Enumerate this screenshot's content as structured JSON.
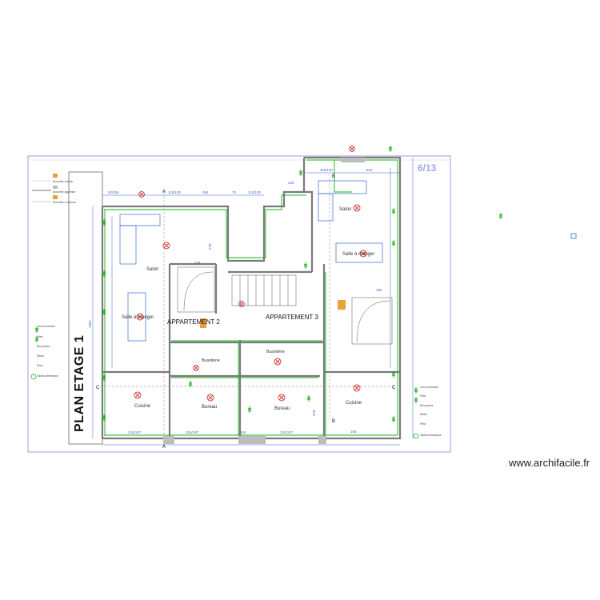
{
  "sheet": {
    "page_number": "6/13",
    "vertical_title": "PLAN ETAGE 1",
    "watermark": "www.archifacile.fr"
  },
  "legend_top": [
    {
      "label": "Nouvelle cloison",
      "color": "#e8a23a"
    },
    {
      "label": "Nouvelle aggreste",
      "color": "#bdbdbd"
    },
    {
      "label": "Nouvelle plafond",
      "color": "#e8a23a"
    },
    {
      "label": "Nouvelle à démolir",
      "color": "#2ca02c"
    }
  ],
  "legend_symbols": [
    "Lum-commutée",
    "Prise",
    "Bloc-prises",
    "Radia",
    "Prise",
    "Tableau électrique"
  ],
  "legend_symbols_right": [
    "Lum-commutée",
    "Prise",
    "Bloc-prises",
    "Radia",
    "Prise",
    "Tableau électrique"
  ],
  "apartments": {
    "apt2": "APPARTEMENT 2",
    "apt3": "APPARTEMENT 3"
  },
  "rooms": {
    "salon_left": "Salon",
    "salle_manger_left": "Salle à manger",
    "cuisine_left": "Cuisine",
    "bureau_left": "Bureau",
    "buanderie_left": "Buanderie",
    "buanderie_right": "Buanderie",
    "bureau_right": "Bureau",
    "cuisine_right": "Cuisine",
    "salon_right": "Salon",
    "salle_manger_right": "Salle à manger"
  },
  "section_marks": {
    "a_top": "A",
    "a_bottom": "A",
    "b_top": "B",
    "b_bottom": "B",
    "c_left": "C",
    "c_right": "C"
  },
  "dimensions": [
    "52/204",
    "115/120",
    "284",
    "70",
    "112/120",
    "115/120",
    "524",
    "226",
    "1051",
    "278",
    "165",
    "278",
    "278",
    "216/187",
    "216/187",
    "524",
    "234/157",
    "165"
  ],
  "colors": {
    "wall": "#7a7a7a",
    "dimension": "#3f5fd6",
    "electric": "#12b312",
    "light": "#d33a3a",
    "furniture": "#3a6ad1",
    "new_partition": "#e8a23a",
    "frame": "#8c7fd8"
  }
}
